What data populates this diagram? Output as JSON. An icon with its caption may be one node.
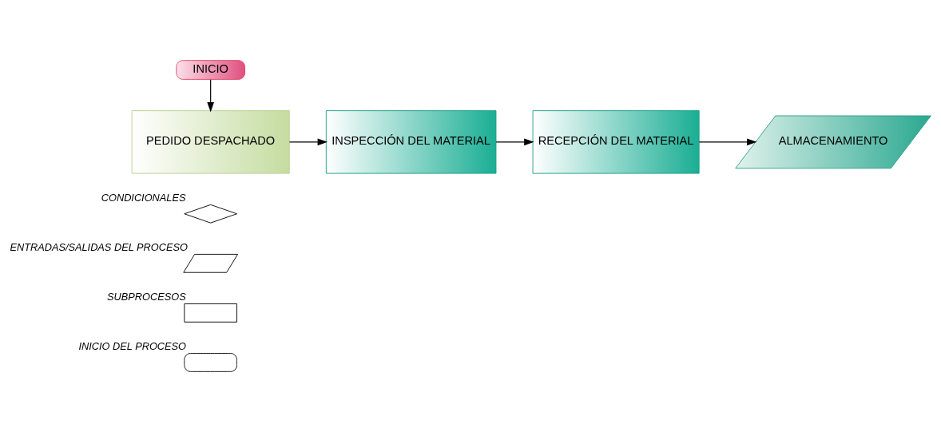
{
  "diagram": {
    "nodes": [
      {
        "text": [
          "INICIO"
        ]
      },
      {
        "text": [
          "PEDIDO DESPACHADO"
        ]
      },
      {
        "text": [
          "INSPECCIÓN DEL MATERIAL"
        ]
      },
      {
        "text": [
          "RECEPCIÓN DEL MATERIAL"
        ]
      },
      {
        "text": [
          "ALMACENAMIENTO"
        ]
      }
    ],
    "edges": [
      {
        "from": 0,
        "to": 1,
        "arrow": "to"
      },
      {
        "from": 1,
        "to": 2,
        "arrow": "to"
      },
      {
        "from": 2,
        "to": 3,
        "arrow": "to"
      },
      {
        "from": 3,
        "to": 4,
        "arrow": "to"
      }
    ],
    "legend": [
      {
        "text": "CONDICIONALES"
      },
      {
        "text": "ENTRADAS/SALIDAS DEL PROCESO"
      },
      {
        "text": "SUBPROCESOS"
      },
      {
        "text": "INICIO DEL PROCESO"
      }
    ]
  }
}
